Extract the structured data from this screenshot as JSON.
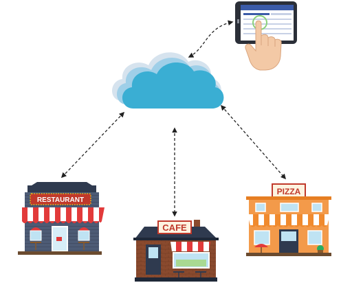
{
  "diagram": {
    "nodes": {
      "tablet": {
        "icon": "tablet-touch-icon"
      },
      "cloud": {
        "icon": "cloud-icon"
      },
      "restaurant": {
        "icon": "restaurant-building-icon",
        "sign": "RESTAURANT"
      },
      "cafe": {
        "icon": "cafe-building-icon",
        "sign": "CAFE"
      },
      "pizza": {
        "icon": "pizza-shop-building-icon",
        "sign": "PIZZA"
      }
    },
    "connectors": [
      {
        "from": "cloud",
        "to": "tablet",
        "style": "dashed-double-arrow"
      },
      {
        "from": "cloud",
        "to": "restaurant",
        "style": "dashed-double-arrow"
      },
      {
        "from": "cloud",
        "to": "cafe",
        "style": "dashed-double-arrow"
      },
      {
        "from": "cloud",
        "to": "pizza",
        "style": "dashed-double-arrow"
      }
    ],
    "colors": {
      "cloud": "#3aaed3",
      "cloud_shadow": "#9fcfe8",
      "awning_red": "#e23a3a",
      "awning_white": "#ffffff",
      "restaurant_wall": "#4d5b75",
      "cafe_wall": "#8a4a2e",
      "pizza_wall": "#f39a4a",
      "roof_dark": "#2f3a4f",
      "connector": "#222222"
    }
  }
}
